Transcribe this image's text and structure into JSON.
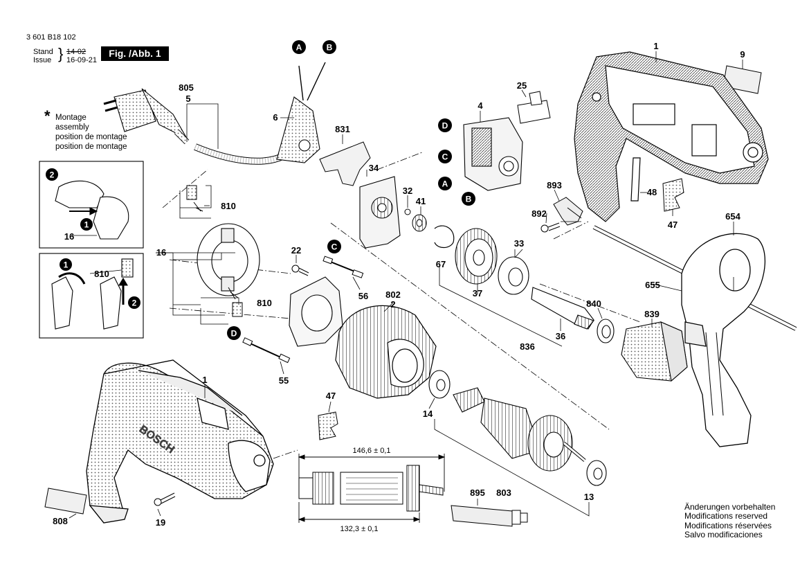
{
  "header": {
    "doc_number": "3 601 B18 102",
    "stand_label": "Stand",
    "issue_label": "Issue",
    "stand_date": "14-02",
    "issue_date": "16-09-21",
    "fig_label": "Fig. /Abb. 1"
  },
  "assembly_note": {
    "symbol": "*",
    "lines": [
      "Montage",
      "assembly",
      "position de montage",
      "position de montage"
    ]
  },
  "disclaimer": [
    "Änderungen vorbehalten",
    "Modifications reserved",
    "Modifications réservées",
    "Salvo modificaciones"
  ],
  "part_labels": {
    "p1_housing": "1",
    "p9": "9",
    "p805": "805",
    "p5": "5",
    "p6": "6",
    "p25": "25",
    "p4": "4",
    "p831": "831",
    "p34": "34",
    "p32": "32",
    "p41": "41",
    "p893": "893",
    "p48": "48",
    "p892": "892",
    "p47_top": "47",
    "p654": "654",
    "p810_a": "810",
    "p16_inset": "16",
    "p16_main": "16",
    "p810_inset": "810",
    "p810_b": "810",
    "p22": "22",
    "p56": "56",
    "p67": "67",
    "p33": "33",
    "p37": "37",
    "p655": "655",
    "p840": "840",
    "p839": "839",
    "p802": "802",
    "p2": "2",
    "p836": "836",
    "p36": "36",
    "p55": "55",
    "p1_tool": "1",
    "p47_bottom": "47",
    "p14": "14",
    "p808": "808",
    "p19": "19",
    "p895": "895",
    "p803": "803",
    "p13": "13"
  },
  "markers": {
    "A": "A",
    "B": "B",
    "C": "C",
    "D": "D",
    "step1": "1",
    "step2": "2"
  },
  "dimensions": {
    "overall_length": "146,6 ± 0,1",
    "core_length": "132,3 ± 0,1"
  },
  "brand_text": "BOSCH"
}
